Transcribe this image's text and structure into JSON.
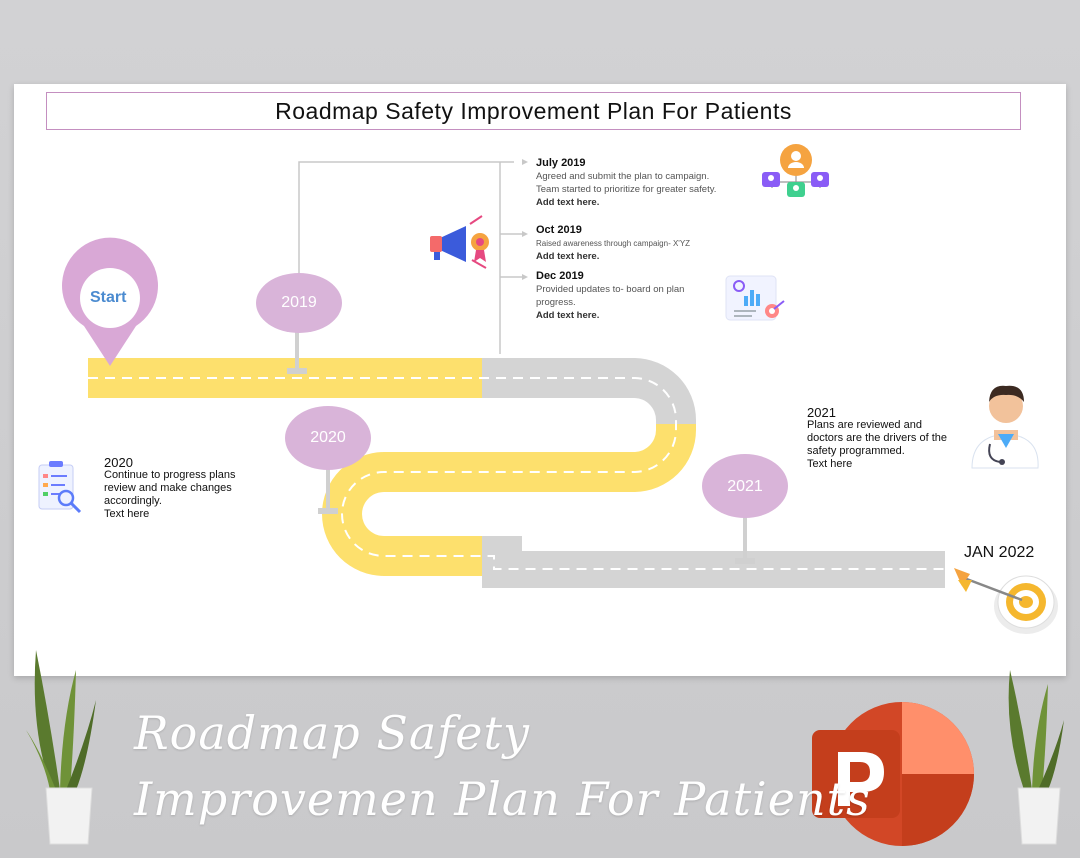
{
  "slide": {
    "title": "Roadmap Safety Improvement Plan For Patients",
    "start_label": "Start",
    "end_label": "JAN 2022",
    "milestones": [
      {
        "year": "2019"
      },
      {
        "year": "2020"
      },
      {
        "year": "2021"
      }
    ],
    "events_2019": [
      {
        "heading": "July 2019",
        "lines": [
          "Agreed and submit the plan to campaign.",
          "Team started to prioritize for greater safety."
        ],
        "add": "Add text here."
      },
      {
        "heading": "Oct 2019",
        "lines": [
          "Raised awareness through campaign- X'YZ"
        ],
        "add": "Add text here."
      },
      {
        "heading": "Dec  2019",
        "lines": [
          "Provided updates to- board on plan",
          "progress."
        ],
        "add": "Add text here."
      }
    ],
    "block_2020": {
      "year": "2020",
      "lines": [
        "Continue to progress plans",
        "review and make changes",
        "accordingly."
      ],
      "add": "Text here"
    },
    "block_2021": {
      "year": "2021",
      "lines": [
        "Plans are reviewed and",
        "doctors are the drivers of the",
        "safety programmed."
      ],
      "add": "Text here"
    }
  },
  "banner": {
    "line1": "Roadmap Safety",
    "line2": "Improvemen Plan For Patients"
  },
  "icons": [
    "team-hierarchy-icon",
    "megaphone-icon",
    "report-chart-icon",
    "checklist-search-icon",
    "doctor-icon",
    "dart-target-icon",
    "plant-icon",
    "powerpoint-logo-icon"
  ],
  "colors": {
    "road_yellow": "#fde06d",
    "road_gray": "#d4d4d4",
    "milestone_pink": "#d9b4d9",
    "start_pin": "#d9a8d6",
    "ppt_red": "#d24726"
  }
}
